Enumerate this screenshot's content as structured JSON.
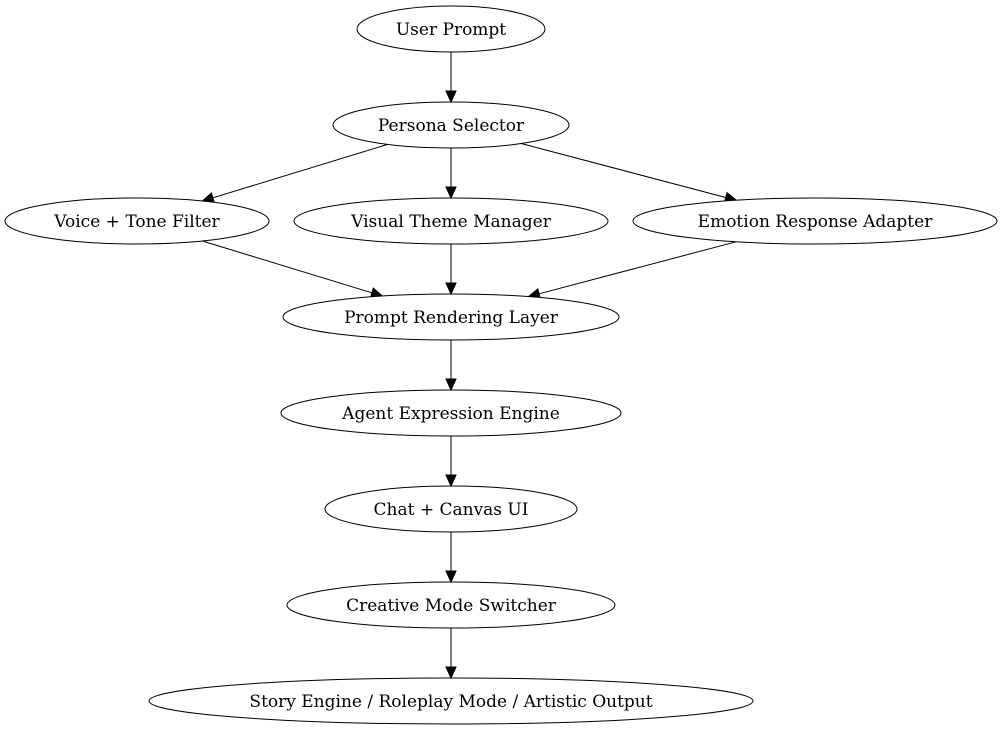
{
  "diagram": {
    "nodes": [
      {
        "id": "user_prompt",
        "label": "User Prompt"
      },
      {
        "id": "persona_selector",
        "label": "Persona Selector"
      },
      {
        "id": "voice_tone_filter",
        "label": "Voice + Tone Filter"
      },
      {
        "id": "visual_theme_manager",
        "label": "Visual Theme Manager"
      },
      {
        "id": "emotion_response_adapter",
        "label": "Emotion Response Adapter"
      },
      {
        "id": "prompt_rendering_layer",
        "label": "Prompt Rendering Layer"
      },
      {
        "id": "agent_expression_engine",
        "label": "Agent Expression Engine"
      },
      {
        "id": "chat_canvas_ui",
        "label": "Chat + Canvas UI"
      },
      {
        "id": "creative_mode_switcher",
        "label": "Creative Mode Switcher"
      },
      {
        "id": "story_engine_output",
        "label": "Story Engine / Roleplay Mode / Artistic Output"
      }
    ],
    "edges": [
      {
        "from": "user_prompt",
        "to": "persona_selector"
      },
      {
        "from": "persona_selector",
        "to": "voice_tone_filter"
      },
      {
        "from": "persona_selector",
        "to": "visual_theme_manager"
      },
      {
        "from": "persona_selector",
        "to": "emotion_response_adapter"
      },
      {
        "from": "voice_tone_filter",
        "to": "prompt_rendering_layer"
      },
      {
        "from": "visual_theme_manager",
        "to": "prompt_rendering_layer"
      },
      {
        "from": "emotion_response_adapter",
        "to": "prompt_rendering_layer"
      },
      {
        "from": "prompt_rendering_layer",
        "to": "agent_expression_engine"
      },
      {
        "from": "agent_expression_engine",
        "to": "chat_canvas_ui"
      },
      {
        "from": "chat_canvas_ui",
        "to": "creative_mode_switcher"
      },
      {
        "from": "creative_mode_switcher",
        "to": "story_engine_output"
      }
    ]
  }
}
